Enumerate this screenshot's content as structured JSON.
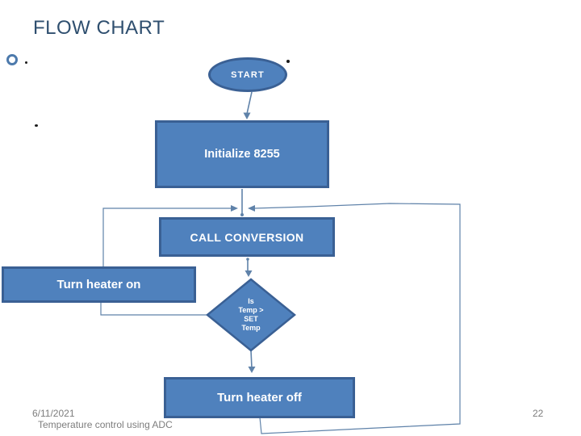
{
  "slide": {
    "title": "FLOW CHART",
    "footer": {
      "date": "6/11/2021",
      "caption": "Temperature control using ADC",
      "page_number": "22"
    }
  },
  "colors": {
    "shape_fill": "#4f81bd",
    "shape_border": "#3a6094",
    "shape_text": "#ffffff",
    "connector": "#5f82a9",
    "title_text": "#2f4f6f",
    "footer_text": "#7d7d7d"
  },
  "flowchart": {
    "nodes": {
      "start": {
        "type": "terminator",
        "label": "START"
      },
      "initialize": {
        "type": "process",
        "label": "Initialize 8255"
      },
      "call_conversion": {
        "type": "process",
        "label": "CALL CONVERSION"
      },
      "turn_heater_on": {
        "type": "process",
        "label": "Turn heater on"
      },
      "decision": {
        "type": "decision",
        "text": "Is Temp > SET Temp",
        "lines": [
          "Is",
          "Temp >",
          "SET",
          "Temp"
        ]
      },
      "turn_heater_off": {
        "type": "process",
        "label": "Turn heater off"
      }
    },
    "edges": [
      {
        "from": "start",
        "to": "initialize"
      },
      {
        "from": "initialize",
        "to": "call_conversion"
      },
      {
        "from": "call_conversion",
        "to": "decision"
      },
      {
        "from": "decision",
        "to": "turn_heater_on"
      },
      {
        "from": "decision",
        "to": "turn_heater_off"
      },
      {
        "from": "turn_heater_on",
        "to": "call_conversion"
      },
      {
        "from": "turn_heater_off",
        "to": "call_conversion"
      }
    ]
  }
}
